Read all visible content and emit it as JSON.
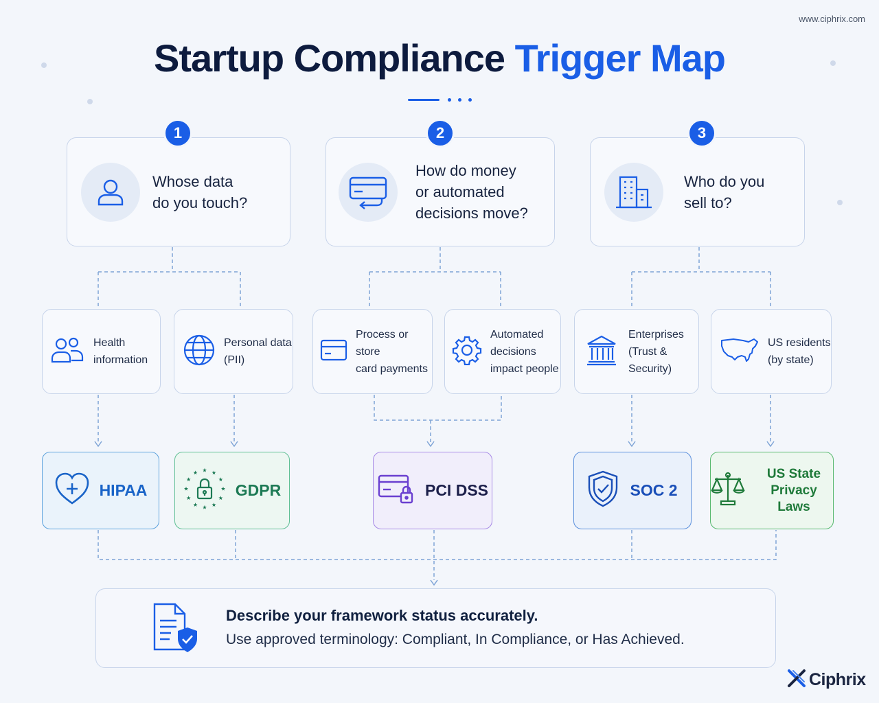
{
  "website": "www.ciphrix.com",
  "title": {
    "main": "Startup Compliance",
    "accent": "Trigger Map"
  },
  "questions": [
    {
      "number": "1",
      "icon": "user-icon",
      "lines": [
        "Whose data",
        "do you touch?"
      ]
    },
    {
      "number": "2",
      "icon": "card-transfer-icon",
      "lines": [
        "How do money",
        "or automated",
        "decisions move?"
      ]
    },
    {
      "number": "3",
      "icon": "building-icon",
      "lines": [
        "Who do you",
        "sell to?"
      ]
    }
  ],
  "scenarios": [
    {
      "icon": "people-icon",
      "lines": [
        "Health",
        "information"
      ]
    },
    {
      "icon": "globe-icon",
      "lines": [
        "Personal data",
        "(PII)"
      ]
    },
    {
      "icon": "credit-card-icon",
      "lines": [
        "Process or store",
        "card payments"
      ]
    },
    {
      "icon": "gear-icon",
      "lines": [
        "Automated",
        "decisions",
        "impact people"
      ]
    },
    {
      "icon": "bank-icon",
      "lines": [
        "Enterprises",
        "(Trust &",
        "Security)"
      ]
    },
    {
      "icon": "us-map-icon",
      "lines": [
        "US residents",
        "(by state)"
      ]
    }
  ],
  "frameworks": [
    {
      "id": "hipaa",
      "label": "HIPAA",
      "icon": "heart-plus-icon",
      "color": "#1a64c8"
    },
    {
      "id": "gdpr",
      "label": "GDPR",
      "icon": "eu-lock-icon",
      "color": "#1d7a55"
    },
    {
      "id": "pci",
      "label": "PCI DSS",
      "icon": "card-lock-icon",
      "color": "#1c1f4a"
    },
    {
      "id": "soc",
      "label": "SOC 2",
      "icon": "shield-check-icon",
      "color": "#1a4fb8"
    },
    {
      "id": "us",
      "lines": [
        "US State",
        "Privacy Laws"
      ],
      "icon": "scales-icon",
      "color": "#1f7a3a"
    }
  ],
  "footer": {
    "heading": "Describe your framework status accurately.",
    "subtext": "Use approved terminology: Compliant, In Compliance, or Has Achieved."
  },
  "brand": {
    "name": "Ciphrix",
    "icon": "ciphrix-logo-icon"
  },
  "colors": {
    "accent": "#1a5ee6",
    "background": "#f3f6fb",
    "connector": "#7ea4d6"
  }
}
